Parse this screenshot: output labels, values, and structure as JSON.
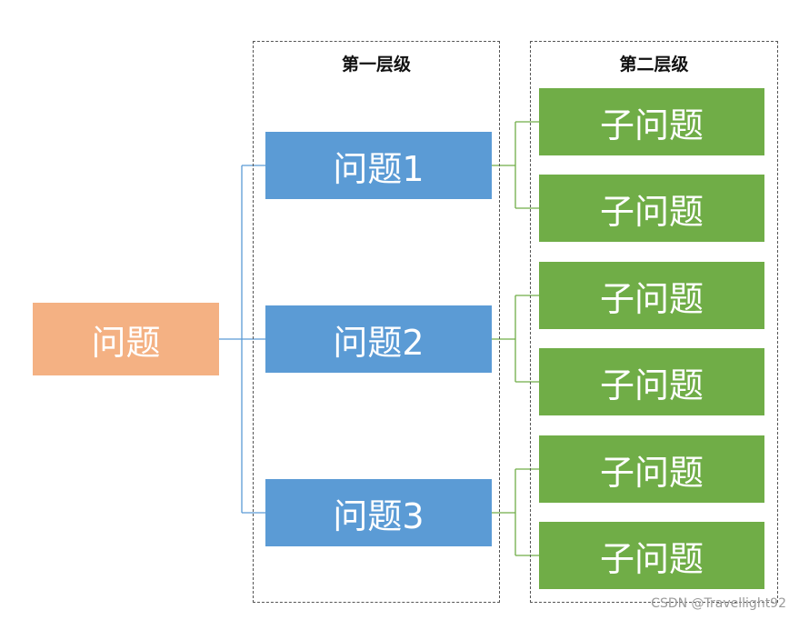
{
  "diagram": {
    "root": {
      "label": "问题"
    },
    "levels": [
      {
        "title": "第一层级"
      },
      {
        "title": "第二层级"
      }
    ],
    "level1": [
      {
        "label": "问题1"
      },
      {
        "label": "问题2"
      },
      {
        "label": "问题3"
      }
    ],
    "level2": [
      {
        "label": "子问题"
      },
      {
        "label": "子问题"
      },
      {
        "label": "子问题"
      },
      {
        "label": "子问题"
      },
      {
        "label": "子问题"
      },
      {
        "label": "子问题"
      }
    ],
    "colors": {
      "root": "#f4b183",
      "level1": "#5b9bd5",
      "level2": "#70ad47",
      "root_link": "#5b9bd5",
      "child_link": "#70ad47"
    }
  },
  "watermark": "CSDN @Travellight92"
}
